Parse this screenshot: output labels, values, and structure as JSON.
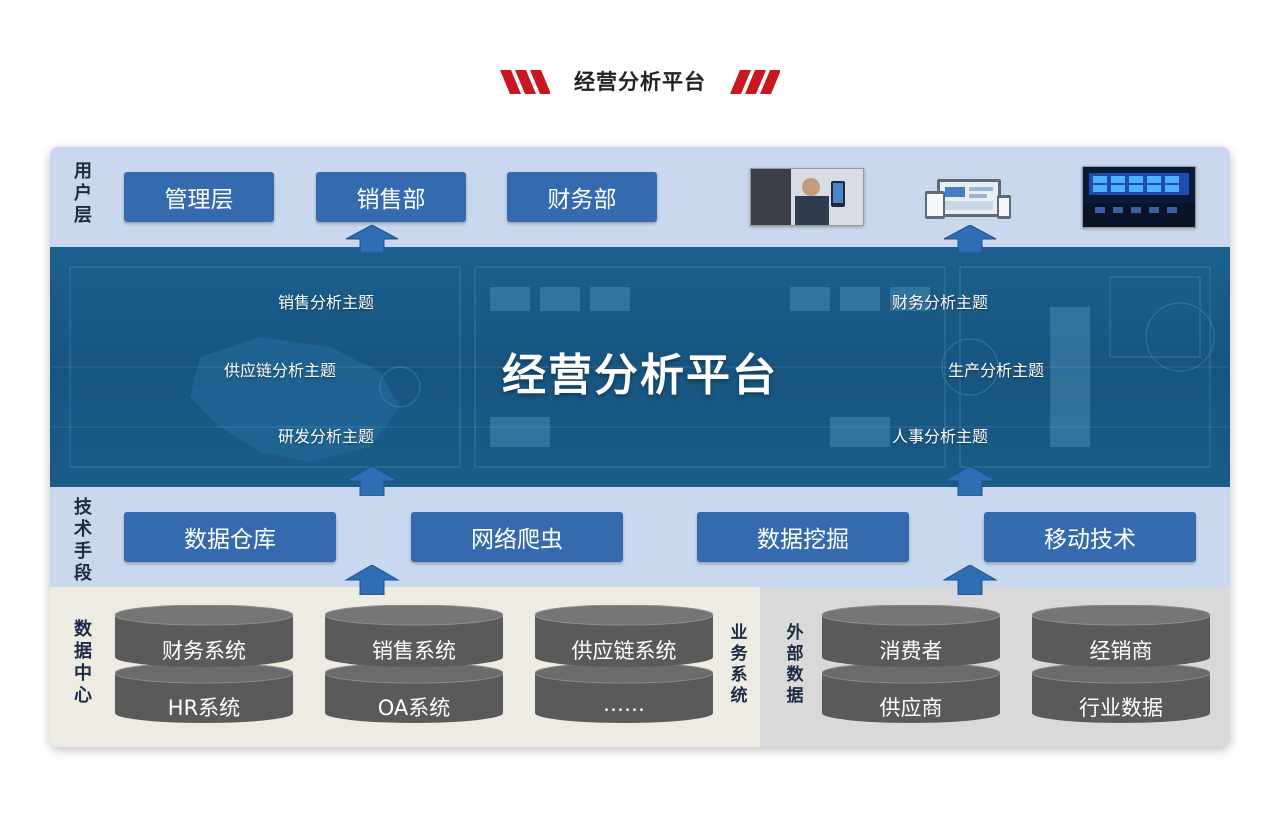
{
  "header": {
    "title": "经营分析平台"
  },
  "user_layer": {
    "label": "用户层",
    "buttons": [
      "管理层",
      "销售部",
      "财务部"
    ]
  },
  "platform": {
    "title": "经营分析平台",
    "topics_left": [
      "销售分析主题",
      "供应链分析主题",
      "研发分析主题"
    ],
    "topics_right": [
      "财务分析主题",
      "生产分析主题",
      "人事分析主题"
    ]
  },
  "tech_layer": {
    "label": "技术手段",
    "buttons": [
      "数据仓库",
      "网络爬虫",
      "数据挖掘",
      "移动技术"
    ]
  },
  "data_center": {
    "label": "数据中心",
    "business_label": "业务系统",
    "business_systems": [
      "财务系统",
      "销售系统",
      "供应链系统",
      "HR系统",
      "OA系统",
      "……"
    ],
    "external_label": "外部数据",
    "external_data": [
      "消费者",
      "经销商",
      "供应商",
      "行业数据"
    ]
  },
  "colors": {
    "accent_red": "#c8171e",
    "button_blue": "#356aae",
    "arrow_blue": "#2f6db5",
    "panel_light_blue": "#c9d8ee",
    "platform_blue": "#1b5a86",
    "cylinder_gray": "#5a5a5a"
  }
}
